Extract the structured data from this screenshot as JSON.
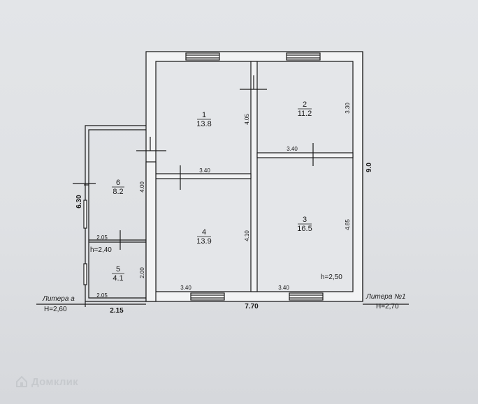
{
  "rooms": [
    {
      "number": "1",
      "area": "13.8"
    },
    {
      "number": "2",
      "area": "11.2"
    },
    {
      "number": "3",
      "area": "16.5"
    },
    {
      "number": "4",
      "area": "13.9"
    },
    {
      "number": "5",
      "area": "4.1"
    },
    {
      "number": "6",
      "area": "8.2"
    }
  ],
  "dimensions": {
    "room1_height": "4.05",
    "room1_width": "3.40",
    "room2_height": "3.30",
    "room2_width": "3.40",
    "room3_height": "4.85",
    "room4_height": "4.10",
    "room4_width_top": "4.00",
    "room4_bottom_width": "3.40",
    "room3_bottom_width": "3.40",
    "room5_height": "2.00",
    "room5_width": "2.05",
    "room6_width": "2.05",
    "total_height": "9.0",
    "annex_height": "6.30",
    "annex_width": "2.15",
    "main_width": "7.70"
  },
  "heights": {
    "annex_room": "h=2,40",
    "main_room": "h=2,50"
  },
  "litera": {
    "annex_label": "Литера а",
    "annex_h": "H=2,60",
    "main_label": "Литера №1",
    "main_h": "H=2,70"
  },
  "watermark": "Домклик",
  "colors": {
    "paper": "#e0e2e5",
    "wall": "#f2f3f4",
    "line": "#1a1a1a",
    "watermark": "#c6c9cd"
  }
}
